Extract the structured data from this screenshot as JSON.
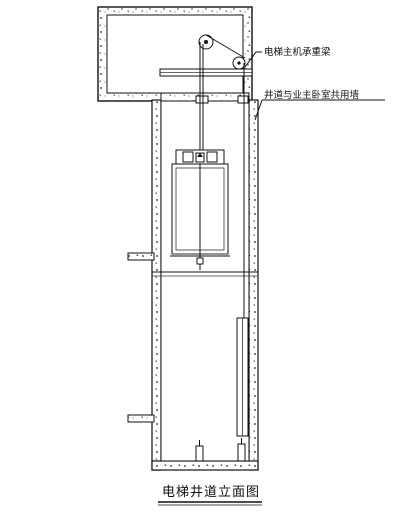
{
  "labels": {
    "machine_beam": "电梯主机承重梁",
    "shared_wall": "井道与业主卧室共用墙",
    "title": "电梯井道立面图"
  }
}
